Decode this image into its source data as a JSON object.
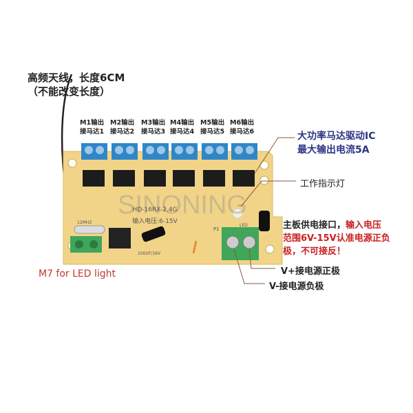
{
  "antenna": {
    "line1": "高频天线，长度6CM",
    "line2": "（不能改变长度）"
  },
  "outputs": [
    {
      "l1": "M1输出",
      "l2": "接马达1"
    },
    {
      "l1": "M2输出",
      "l2": "接马达2"
    },
    {
      "l1": "M3输出",
      "l2": "接马达3"
    },
    {
      "l1": "M4输出",
      "l2": "接马达4"
    },
    {
      "l1": "M5输出",
      "l2": "接马达5"
    },
    {
      "l1": "M6输出",
      "l2": "接马达6"
    }
  ],
  "driver_ic": {
    "line1": "大功率马达驱动IC",
    "line2": "最大输出电流5A"
  },
  "indicator": "工作指示灯",
  "power": {
    "black1": "主板供电接口，",
    "red1": "输入电压",
    "red2": "范围6V-15V认准电源正负",
    "red3": "极，不可接反！"
  },
  "vplus": "V+接电源正极",
  "vminus": "V-接电源负极",
  "m7": "M7 for LED light",
  "board": {
    "model": "HD-16RX-2.4G",
    "voltage": "输入电压:6-15V",
    "crystal": "12MHZ",
    "cap": "100UF/16V",
    "p1": "P1",
    "led": "LED"
  },
  "watermark": "SINONING",
  "colors": {
    "pcb": "#f1d488",
    "terminal_blue": "#2f86c8",
    "terminal_green": "#3fa65a",
    "annotation_red": "#c82020",
    "ic_text": "#2a3585"
  }
}
